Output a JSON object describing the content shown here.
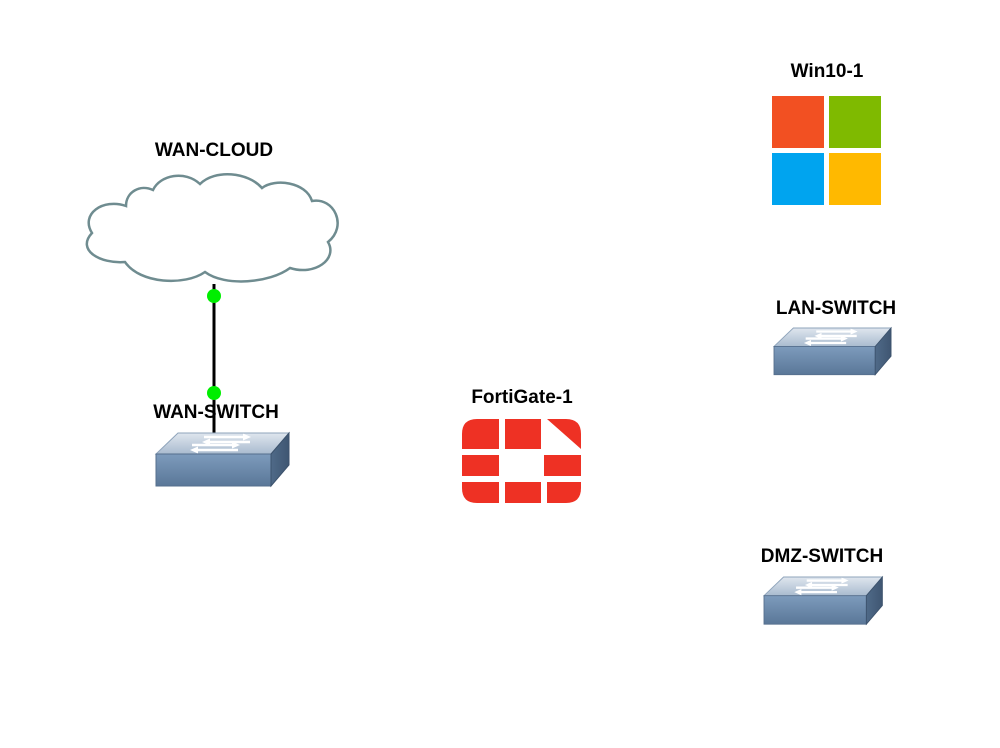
{
  "nodes": {
    "wan_cloud": {
      "label": "WAN-CLOUD",
      "icon": "cloud-icon"
    },
    "wan_switch": {
      "label": "WAN-SWITCH",
      "icon": "switch-icon"
    },
    "fortigate": {
      "label": "FortiGate-1",
      "icon": "fortinet-logo"
    },
    "win10": {
      "label": "Win10-1",
      "icon": "windows-logo"
    },
    "lan_switch": {
      "label": "LAN-SWITCH",
      "icon": "switch-icon"
    },
    "dmz_switch": {
      "label": "DMZ-SWITCH",
      "icon": "switch-icon"
    }
  },
  "links": [
    {
      "from": "WAN-CLOUD",
      "to": "WAN-SWITCH",
      "status": "up"
    }
  ],
  "colors": {
    "link_up": "#00ee00",
    "fortinet_red": "#ee3124",
    "win_red": "#f25022",
    "win_green": "#7fba00",
    "win_blue": "#00a4ef",
    "win_yellow": "#ffb900",
    "switch_body": "#6d8db0",
    "cloud_stroke": "#6f8c90"
  }
}
